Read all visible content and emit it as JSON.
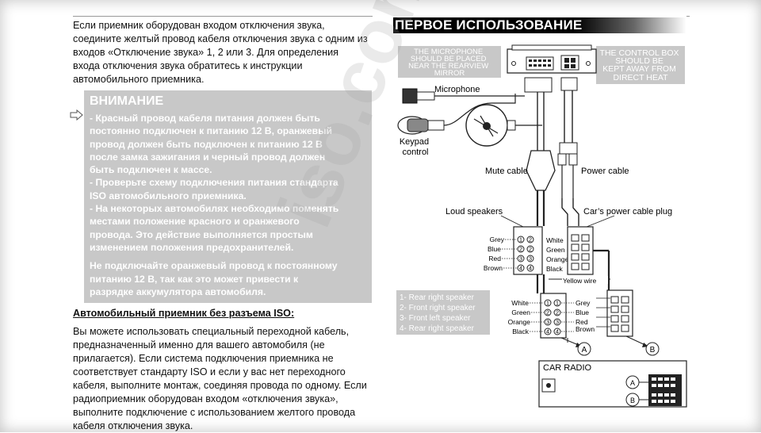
{
  "intro": "Если приемник оборудован входом отключения звука, соедините желтый провод кабеля отключения звука с одним из входов «Отключение звука» 1, 2 или 3. Для определения входа отключения звука обратитесь к инструкции автомобильного приемника.",
  "warning": {
    "title": "ВНИМАНИЕ",
    "lines": [
      "- Красный провод кабеля питания должен быть",
      "постоянно подключен к питанию 12 В, оранжевый",
      "провод должен быть подключен к питанию 12 В",
      "после замка зажигания и черный провод должен",
      "быть подключен к массе.",
      "- Проверьте схему подключения питания стандарта",
      "ISO автомобильного приемника.",
      "- На некоторых автомобилях необходимо поменять",
      "местами положение красного и оранжевого",
      "провода. Это действие выполняется простым",
      "изменением положения предохранителей."
    ],
    "lines2": [
      "Не подключайте оранжевый провод к постоянному",
      "питанию 12 В, так как это может привести к",
      "разрядке аккумулятора автомобиля."
    ]
  },
  "sub_heading": "Автомобильный приемник без разъема ISO:",
  "bottom_para": "Вы можете использовать специальный переходной кабель, предназначенный именно для вашего автомобиля (не прилагается). Если система подключения приемника не соответствует стандарту ISO и если у вас нет переходного кабеля, выполните монтаж, соединяя провода по одному. Если радиоприемник оборудован входом «отключения звука», выполните подключение с использованием желтого провода кабеля отключения звука.",
  "watermark": "iso.com.ua",
  "diagram": {
    "title": "ПЕРВОЕ ИСПОЛЬЗОВАНИЕ",
    "mic_note": [
      "THE MICROPHONE",
      "SHOULD BE PLACED",
      "NEAR THE REARVIEW",
      "MIRROR"
    ],
    "box_note": [
      "THE CONTROL BOX",
      "SHOULD BE",
      "KEPT AWAY FROM",
      "DIRECT HEAT"
    ],
    "microphone": "Microphone",
    "keypad": [
      "Keypad",
      "control"
    ],
    "mute_cable": "Mute cable",
    "power_cable": "Power cable",
    "loud_speakers": "Loud speakers",
    "car_plug": "Car’s power cable plug",
    "yellow_wire": "Yellow wire",
    "upper_left_colors": [
      "Grey",
      "Blue",
      "Red",
      "Brown"
    ],
    "upper_right_colors": [
      "White",
      "Green",
      "Orange",
      "Black"
    ],
    "lower_left_colors": [
      "White",
      "Green",
      "Orange",
      "Black"
    ],
    "lower_right_colors": [
      "Grey",
      "Blue",
      "Red",
      "Brown"
    ],
    "legend": [
      "1- Rear right speaker",
      "2- Front right speaker",
      "3- Front left speaker",
      "4- Rear right speaker"
    ],
    "car_radio": "CAR RADIO",
    "label_a": "A",
    "label_b": "B"
  }
}
